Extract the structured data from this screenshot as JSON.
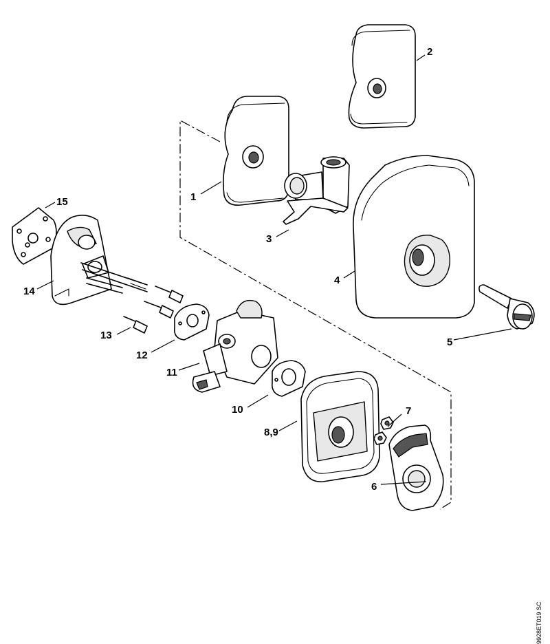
{
  "labels": {
    "p1": "1",
    "p2": "2",
    "p3": "3",
    "p4": "4",
    "p5": "5",
    "p6": "6",
    "p7": "7",
    "p89": "8,9",
    "p10": "10",
    "p11": "11",
    "p12": "12",
    "p13": "13",
    "p14": "14",
    "p15": "15"
  },
  "reference_code": "9928ET019 SC"
}
